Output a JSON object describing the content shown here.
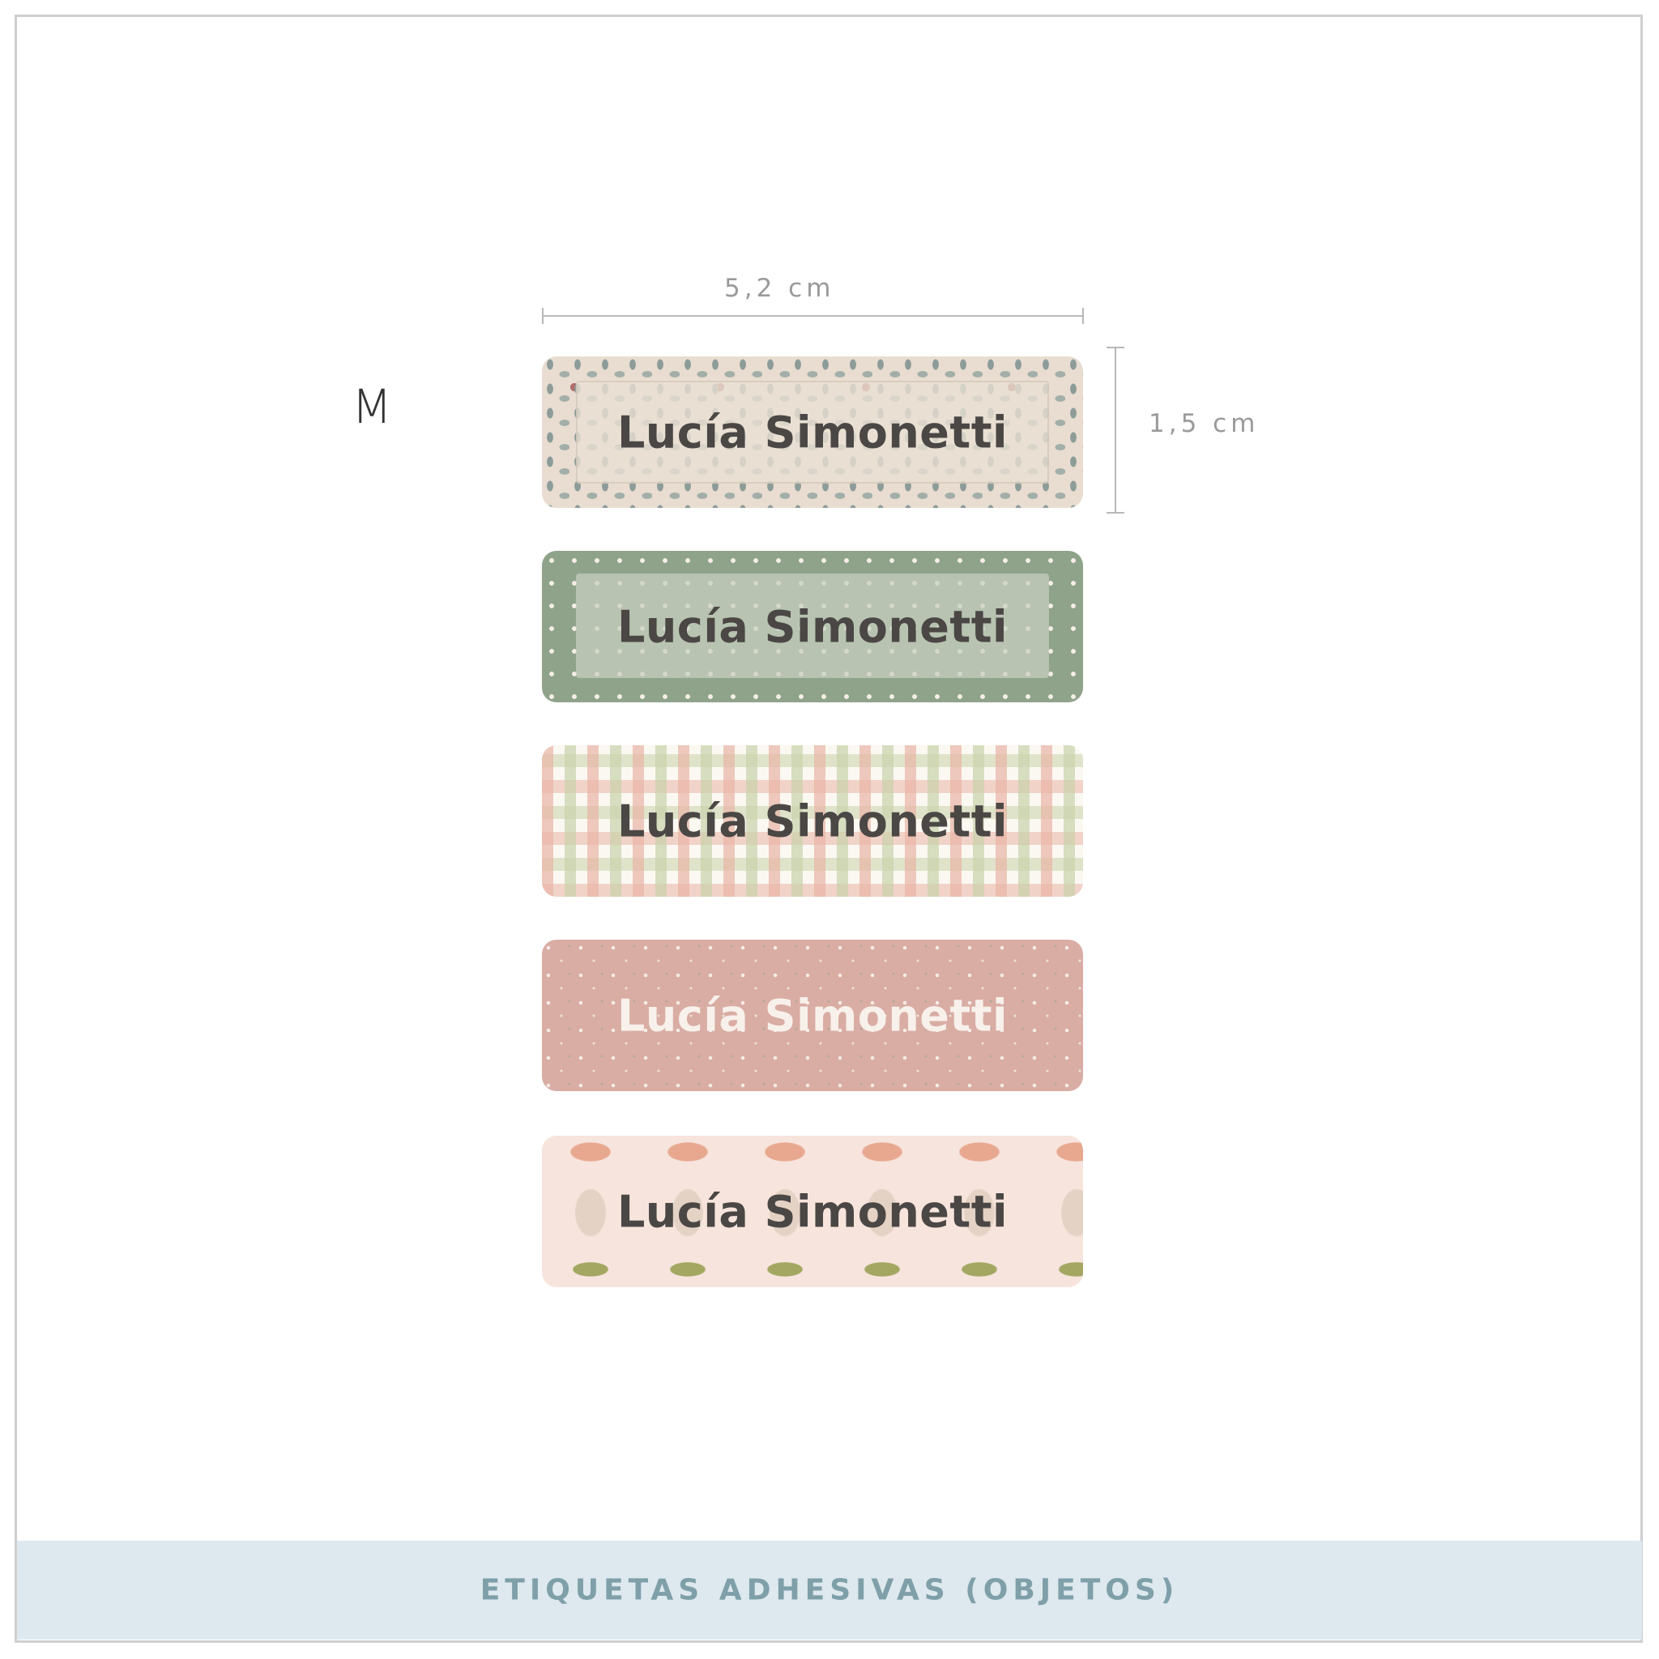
{
  "size_label": "M",
  "dimensions": {
    "width": "5,2 cm",
    "height": "1,5 cm"
  },
  "labels": [
    {
      "name": "Lucía Simonetti",
      "pattern": "beige leaves floral",
      "text_color": "#4a4745"
    },
    {
      "name": "Lucía Simonetti",
      "pattern": "green ditsy floral",
      "text_color": "#4a4745"
    },
    {
      "name": "Lucía Simonetti",
      "pattern": "pink and green gingham",
      "text_color": "#4a4745"
    },
    {
      "name": "Lucía Simonetti",
      "pattern": "pink ditsy floral",
      "text_color": "#f8f1eb"
    },
    {
      "name": "Lucía Simonetti",
      "pattern": "pink vintage floral",
      "text_color": "#4a4745"
    }
  ],
  "footer": {
    "title": "ETIQUETAS ADHESIVAS (OBJETOS)"
  },
  "colors": {
    "footer_band": "#dde9ee",
    "footer_text": "#7f9fa9",
    "dimension_text": "#9a9a9a"
  }
}
